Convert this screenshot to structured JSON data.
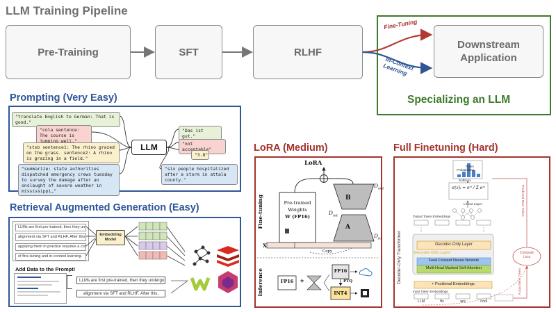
{
  "title": "LLM Training Pipeline",
  "pipeline": {
    "stages": [
      "Pre-Training",
      "SFT",
      "RLHF"
    ],
    "downstream": "Downstream Application",
    "fine_tuning_label": "Fine-Tuning",
    "in_context_label": "In-Context Learning",
    "specializing": "Specializing an LLM"
  },
  "prompting": {
    "title": "Prompting (Very Easy)",
    "center": "LLM",
    "inputs": [
      "\"translate English to German: That is good.\"",
      "\"cola sentence: The course is jumping well.\"",
      "\"stsb sentence1: The rhino grazed on the grass. sentence2: A rhino is grazing in a field.\"",
      "\"summarize: state authorities dispatched emergency crews tuesday to survey the damage after an onslaught of severe weather in mississippi…\""
    ],
    "outputs": [
      "\"Das ist gut.\"",
      "\"not acceptable\"",
      "\"3.8\"",
      "\"six people hospitalized after a storm in attala county.\""
    ]
  },
  "rag": {
    "title": "Retrieval Augmented Generation (Easy)",
    "docs": [
      "LLMs are first pre-trained, then they undergo",
      "alignment via SFT and RLHF. After this,",
      "applying them in practice requires a combination",
      "of fine-tuning and in-context learning."
    ],
    "embedding_model": "Embedding Model",
    "add_data": "Add Data to the Prompt!",
    "retrieved": [
      "LLMs are first pre-trained, then they undergo",
      "alignment via SFT and RLHF. After this,"
    ],
    "colors": {
      "green": "#cfe6b8",
      "red": "#f4b9b5",
      "purple": "#d9c9ec"
    }
  },
  "lora": {
    "title": "LoRA (Medium)",
    "header": "LoRA",
    "fine_tuning": "Fine-tuning",
    "inference": "Inference",
    "weights_line1": "Pre-trained",
    "weights_line2": "Weights",
    "weights_line3": "W (FP16)",
    "b_label": "B",
    "a_label": "A",
    "d_out": "D",
    "d_out_sub": "out",
    "d_int": "D",
    "d_int_sub": "int",
    "d_in": "D",
    "d_in_sub": "in",
    "x_label": "X",
    "copy": "Copy",
    "fp16": "FP16",
    "fp16_b": "FP16",
    "ptq": "PTQ",
    "int4": "INT4",
    "plus": "+"
  },
  "full": {
    "title": "Full Finetuning (Hard)",
    "token_prob_1": "Token",
    "token_prob_2": "Probabilities",
    "softmax": "Softmax",
    "linear_layer": "Linear Layer",
    "output_embeddings": "Output Token Embeddings",
    "decoder_only_layer": "Decoder-Only Layer",
    "decoder_layer_repeat": "Decoder-Only Layer",
    "ffn": "Feed Forward Neural Network",
    "attention": "Multi-Head Masked Self-Attention",
    "pos_embed": "+ Positional Embeddings",
    "input_embeddings": "Input Token Embeddings",
    "tokens": [
      "LLM",
      "fts",
      "are",
      "cool"
    ],
    "side_label_1": "Decoder-Only",
    "side_label_2": "Transformer",
    "predicted": "Predicted Next Token",
    "actual": "Actual Next Token",
    "compute_loss_1": "Compute",
    "compute_loss_2": "Loss"
  },
  "colors": {
    "blue": "#2f5597",
    "red": "#a5322b",
    "green": "#3d7a2b",
    "grey": "#707070"
  }
}
